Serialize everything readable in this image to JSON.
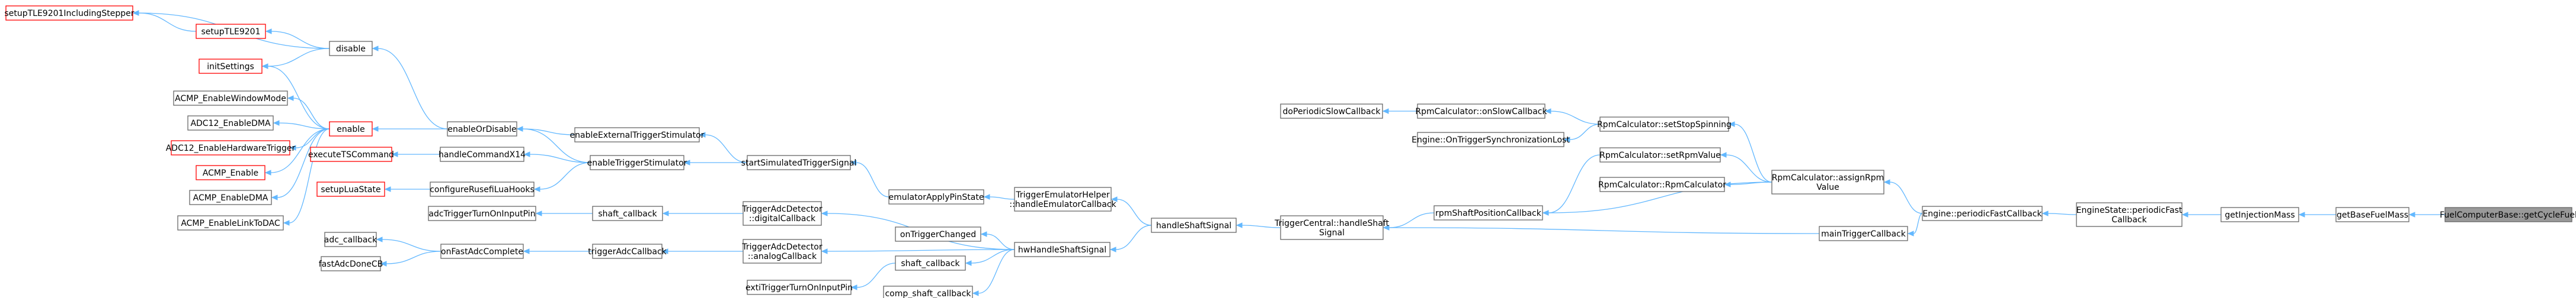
{
  "colors": {
    "node_border": "#666666",
    "node_fill": "#ffffff",
    "undocumented_border": "#ff0000",
    "focus_fill": "#999999",
    "focus_border": "#666666",
    "edge": "#63b8ff",
    "text": "#000000"
  },
  "nodes": [
    {
      "id": "n_setupTLE9201IncludingStepper",
      "label": [
        "setupTLE9201IncludingStepper"
      ],
      "style": "undocumented"
    },
    {
      "id": "n_setupTLE9201",
      "label": [
        "setupTLE9201"
      ],
      "style": "undocumented"
    },
    {
      "id": "n_initSettings",
      "label": [
        "initSettings"
      ],
      "style": "undocumented"
    },
    {
      "id": "n_disable",
      "label": [
        "disable"
      ],
      "style": "normal"
    },
    {
      "id": "n_ACMP_EnableWindowMode",
      "label": [
        "ACMP_EnableWindowMode"
      ],
      "style": "normal"
    },
    {
      "id": "n_ADC12_EnableDMA",
      "label": [
        "ADC12_EnableDMA"
      ],
      "style": "normal"
    },
    {
      "id": "n_ADC12_EnableHardwareTrigger",
      "label": [
        "ADC12_EnableHardwareTrigger"
      ],
      "style": "undocumented"
    },
    {
      "id": "n_ACMP_Enable",
      "label": [
        "ACMP_Enable"
      ],
      "style": "undocumented"
    },
    {
      "id": "n_ACMP_EnableDMA",
      "label": [
        "ACMP_EnableDMA"
      ],
      "style": "normal"
    },
    {
      "id": "n_ACMP_EnableLinkToDAC",
      "label": [
        "ACMP_EnableLinkToDAC"
      ],
      "style": "normal"
    },
    {
      "id": "n_enable",
      "label": [
        "enable"
      ],
      "style": "undocumented"
    },
    {
      "id": "n_executeTSCommand",
      "label": [
        "executeTSCommand"
      ],
      "style": "undocumented"
    },
    {
      "id": "n_setupLuaState",
      "label": [
        "setupLuaState"
      ],
      "style": "undocumented"
    },
    {
      "id": "n_adcTriggerTurnOnInputPin",
      "label": [
        "adcTriggerTurnOnInputPin"
      ],
      "style": "normal"
    },
    {
      "id": "n_adc_callback",
      "label": [
        "adc_callback"
      ],
      "style": "normal"
    },
    {
      "id": "n_fastAdcDoneCB",
      "label": [
        "fastAdcDoneCB"
      ],
      "style": "normal"
    },
    {
      "id": "n_enableOrDisable",
      "label": [
        "enableOrDisable"
      ],
      "style": "normal"
    },
    {
      "id": "n_handleCommandX14",
      "label": [
        "handleCommandX14"
      ],
      "style": "normal"
    },
    {
      "id": "n_configureRusefiLuaHooks",
      "label": [
        "configureRusefiLuaHooks"
      ],
      "style": "normal"
    },
    {
      "id": "n_shaft_callback_1",
      "label": [
        "shaft_callback"
      ],
      "style": "normal"
    },
    {
      "id": "n_onFastAdcComplete",
      "label": [
        "onFastAdcComplete"
      ],
      "style": "normal"
    },
    {
      "id": "n_enableExternalTriggerStimulator",
      "label": [
        "enableExternalTriggerStimulator"
      ],
      "style": "normal"
    },
    {
      "id": "n_enableTriggerStimulator",
      "label": [
        "enableTriggerStimulator"
      ],
      "style": "normal"
    },
    {
      "id": "n_startSimulatedTriggerSignal",
      "label": [
        "startSimulatedTriggerSignal"
      ],
      "style": "normal"
    },
    {
      "id": "n_TriggerAdcDetector_digital",
      "label": [
        "TriggerAdcDetector",
        "::digitalCallback"
      ],
      "style": "normal"
    },
    {
      "id": "n_triggerAdcCallback",
      "label": [
        "triggerAdcCallback"
      ],
      "style": "normal"
    },
    {
      "id": "n_TriggerAdcDetector_analog",
      "label": [
        "TriggerAdcDetector",
        "::analogCallback"
      ],
      "style": "normal"
    },
    {
      "id": "n_extiTriggerTurnOnInputPin",
      "label": [
        "extiTriggerTurnOnInputPin"
      ],
      "style": "normal"
    },
    {
      "id": "n_comp_shaft_callback",
      "label": [
        "comp_shaft_callback"
      ],
      "style": "normal"
    },
    {
      "id": "n_emulatorApplyPinState",
      "label": [
        "emulatorApplyPinState"
      ],
      "style": "normal"
    },
    {
      "id": "n_onTriggerChanged",
      "label": [
        "onTriggerChanged"
      ],
      "style": "normal"
    },
    {
      "id": "n_shaft_callback_2",
      "label": [
        "shaft_callback"
      ],
      "style": "normal"
    },
    {
      "id": "n_TriggerEmulatorHelper",
      "label": [
        "TriggerEmulatorHelper",
        "::handleEmulatorCallback"
      ],
      "style": "normal"
    },
    {
      "id": "n_hwHandleShaftSignal",
      "label": [
        "hwHandleShaftSignal"
      ],
      "style": "normal"
    },
    {
      "id": "n_handleShaftSignal",
      "label": [
        "handleShaftSignal"
      ],
      "style": "normal"
    },
    {
      "id": "n_TriggerCentral_handleShaft",
      "label": [
        "TriggerCentral::handleShaft",
        "Signal"
      ],
      "style": "normal"
    },
    {
      "id": "n_doPeriodicSlowCallback",
      "label": [
        "doPeriodicSlowCallback"
      ],
      "style": "normal"
    },
    {
      "id": "n_RpmCalculator_onSlowCallback",
      "label": [
        "RpmCalculator::onSlowCallback"
      ],
      "style": "normal"
    },
    {
      "id": "n_Engine_OnTriggerSync",
      "label": [
        "Engine::OnTriggerSynchronizationLost"
      ],
      "style": "normal"
    },
    {
      "id": "n_rpmShaftPositionCallback",
      "label": [
        "rpmShaftPositionCallback"
      ],
      "style": "normal"
    },
    {
      "id": "n_RpmCalculator_setStopSpinning",
      "label": [
        "RpmCalculator::setStopSpinning"
      ],
      "style": "normal"
    },
    {
      "id": "n_RpmCalculator_setRpmValue",
      "label": [
        "RpmCalculator::setRpmValue"
      ],
      "style": "normal"
    },
    {
      "id": "n_RpmCalculator_RpmCalculator",
      "label": [
        "RpmCalculator::RpmCalculator"
      ],
      "style": "normal"
    },
    {
      "id": "n_mainTriggerCallback",
      "label": [
        "mainTriggerCallback"
      ],
      "style": "normal"
    },
    {
      "id": "n_RpmCalculator_assignRpmValue",
      "label": [
        "RpmCalculator::assignRpm",
        "Value"
      ],
      "style": "normal"
    },
    {
      "id": "n_Engine_periodicFastCallback",
      "label": [
        "Engine::periodicFastCallback"
      ],
      "style": "normal"
    },
    {
      "id": "n_EngineState_periodicFastCallback",
      "label": [
        "EngineState::periodicFast",
        "Callback"
      ],
      "style": "normal"
    },
    {
      "id": "n_getInjectionMass",
      "label": [
        "getInjectionMass"
      ],
      "style": "normal"
    },
    {
      "id": "n_getBaseFuelMass",
      "label": [
        "getBaseFuelMass"
      ],
      "style": "normal"
    },
    {
      "id": "n_FuelComputerBase_getCycleFuel",
      "label": [
        "FuelComputerBase::getCycleFuel"
      ],
      "style": "focus"
    }
  ],
  "edges": [
    [
      "n_setupTLE9201",
      "n_setupTLE9201IncludingStepper"
    ],
    [
      "n_disable",
      "n_setupTLE9201"
    ],
    [
      "n_disable",
      "n_setupTLE9201IncludingStepper"
    ],
    [
      "n_disable",
      "n_initSettings"
    ],
    [
      "n_enable",
      "n_initSettings"
    ],
    [
      "n_enable",
      "n_ACMP_EnableWindowMode"
    ],
    [
      "n_enable",
      "n_ADC12_EnableDMA"
    ],
    [
      "n_enable",
      "n_ADC12_EnableHardwareTrigger"
    ],
    [
      "n_enable",
      "n_ACMP_Enable"
    ],
    [
      "n_enable",
      "n_ACMP_EnableDMA"
    ],
    [
      "n_enable",
      "n_ACMP_EnableLinkToDAC"
    ],
    [
      "n_enableOrDisable",
      "n_disable"
    ],
    [
      "n_enableOrDisable",
      "n_enable"
    ],
    [
      "n_handleCommandX14",
      "n_executeTSCommand"
    ],
    [
      "n_configureRusefiLuaHooks",
      "n_setupLuaState"
    ],
    [
      "n_enableExternalTriggerStimulator",
      "n_enableOrDisable"
    ],
    [
      "n_enableTriggerStimulator",
      "n_enableOrDisable"
    ],
    [
      "n_enableTriggerStimulator",
      "n_handleCommandX14"
    ],
    [
      "n_enableTriggerStimulator",
      "n_configureRusefiLuaHooks"
    ],
    [
      "n_startSimulatedTriggerSignal",
      "n_enableExternalTriggerStimulator"
    ],
    [
      "n_startSimulatedTriggerSignal",
      "n_enableTriggerStimulator"
    ],
    [
      "n_shaft_callback_1",
      "n_adcTriggerTurnOnInputPin"
    ],
    [
      "n_onFastAdcComplete",
      "n_adc_callback"
    ],
    [
      "n_onFastAdcComplete",
      "n_fastAdcDoneCB"
    ],
    [
      "n_triggerAdcCallback",
      "n_onFastAdcComplete"
    ],
    [
      "n_TriggerAdcDetector_digital",
      "n_shaft_callback_1"
    ],
    [
      "n_TriggerAdcDetector_analog",
      "n_triggerAdcCallback"
    ],
    [
      "n_emulatorApplyPinState",
      "n_startSimulatedTriggerSignal"
    ],
    [
      "n_TriggerEmulatorHelper",
      "n_emulatorApplyPinState"
    ],
    [
      "n_hwHandleShaftSignal",
      "n_TriggerAdcDetector_digital"
    ],
    [
      "n_hwHandleShaftSignal",
      "n_TriggerAdcDetector_analog"
    ],
    [
      "n_hwHandleShaftSignal",
      "n_onTriggerChanged"
    ],
    [
      "n_hwHandleShaftSignal",
      "n_shaft_callback_2"
    ],
    [
      "n_hwHandleShaftSignal",
      "n_comp_shaft_callback"
    ],
    [
      "n_shaft_callback_2",
      "n_extiTriggerTurnOnInputPin"
    ],
    [
      "n_handleShaftSignal",
      "n_TriggerEmulatorHelper"
    ],
    [
      "n_handleShaftSignal",
      "n_hwHandleShaftSignal"
    ],
    [
      "n_TriggerCentral_handleShaft",
      "n_handleShaftSignal"
    ],
    [
      "n_RpmCalculator_onSlowCallback",
      "n_doPeriodicSlowCallback"
    ],
    [
      "n_RpmCalculator_setStopSpinning",
      "n_RpmCalculator_onSlowCallback"
    ],
    [
      "n_RpmCalculator_setStopSpinning",
      "n_Engine_OnTriggerSync"
    ],
    [
      "n_rpmShaftPositionCallback",
      "n_TriggerCentral_handleShaft"
    ],
    [
      "n_RpmCalculator_setRpmValue",
      "n_rpmShaftPositionCallback"
    ],
    [
      "n_RpmCalculator_assignRpmValue",
      "n_RpmCalculator_setStopSpinning"
    ],
    [
      "n_RpmCalculator_assignRpmValue",
      "n_RpmCalculator_setRpmValue"
    ],
    [
      "n_RpmCalculator_assignRpmValue",
      "n_RpmCalculator_RpmCalculator"
    ],
    [
      "n_RpmCalculator_assignRpmValue",
      "n_rpmShaftPositionCallback"
    ],
    [
      "n_mainTriggerCallback",
      "n_TriggerCentral_handleShaft"
    ],
    [
      "n_Engine_periodicFastCallback",
      "n_RpmCalculator_assignRpmValue"
    ],
    [
      "n_Engine_periodicFastCallback",
      "n_mainTriggerCallback"
    ],
    [
      "n_EngineState_periodicFastCallback",
      "n_Engine_periodicFastCallback"
    ],
    [
      "n_getInjectionMass",
      "n_EngineState_periodicFastCallback"
    ],
    [
      "n_getBaseFuelMass",
      "n_getInjectionMass"
    ],
    [
      "n_FuelComputerBase_getCycleFuel",
      "n_getBaseFuelMass"
    ]
  ]
}
